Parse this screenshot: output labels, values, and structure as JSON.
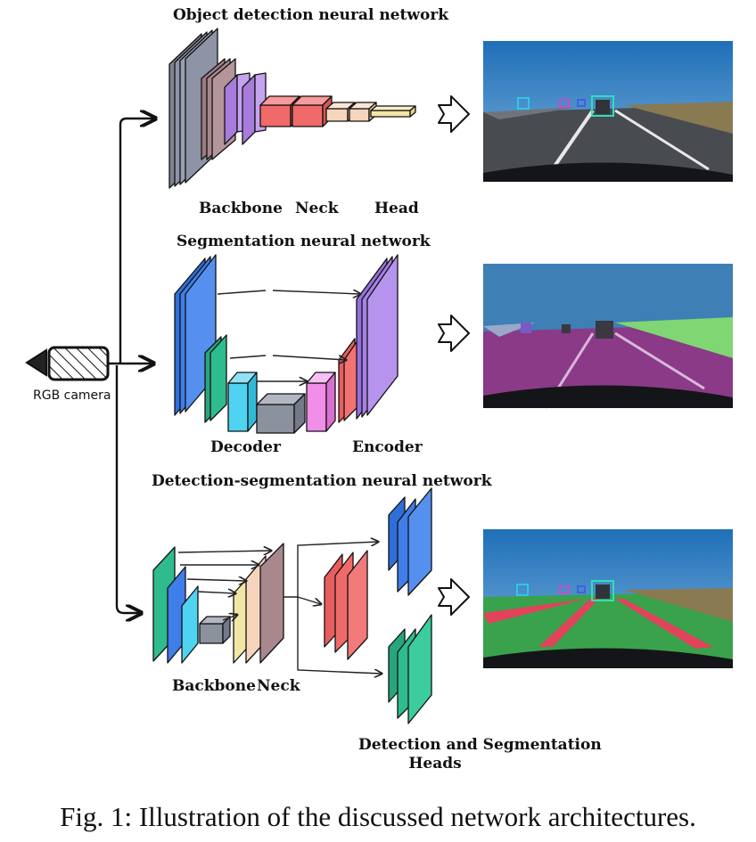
{
  "camera": {
    "label": "RGB camera"
  },
  "panels": {
    "detection": {
      "title": "Object detection neural network",
      "labels": [
        "Backbone",
        "Neck",
        "Head"
      ]
    },
    "segmentation": {
      "title": "Segmentation neural network",
      "labels": [
        "Decoder",
        "Encoder"
      ]
    },
    "multitask": {
      "title": "Detection-segmentation neural network",
      "labels": [
        "Backbone",
        "Neck"
      ],
      "heads_label_line1": "Detection and Segmentation",
      "heads_label_line2": "Heads"
    }
  },
  "caption": "Fig. 1: Illustration of the discussed network architectures.",
  "colors": {
    "grey": "#8e94a6",
    "mauve": "#a8878d",
    "purple": "#a77cdc",
    "red": "#f06a6a",
    "peach": "#f5d6bc",
    "yellow": "#f2e6a6",
    "blue": "#3f7de9",
    "teal": "#2ebc8f",
    "cyan": "#4fd3f0",
    "pink": "#f08ee8",
    "violet": "#a680e6",
    "sky": "#3e7fb6",
    "road": "#484b50",
    "seg_road": "#8a3a86",
    "seg_grass": "#7fd672",
    "lane_green": "#35b84e",
    "lane_red": "#e0435a"
  }
}
